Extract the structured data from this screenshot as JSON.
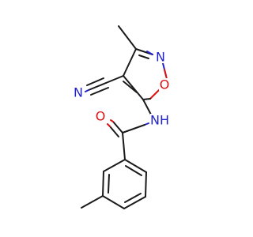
{
  "molecule": {
    "atoms": {
      "ring_n": "N",
      "ring_o": "O",
      "nitrile_n": "N",
      "carbonyl_o": "O",
      "amide_nh": "NH"
    },
    "colors": {
      "bond": "#1a1a1a",
      "nitrogen": "#2222cc",
      "oxygen": "#dd1111"
    }
  }
}
